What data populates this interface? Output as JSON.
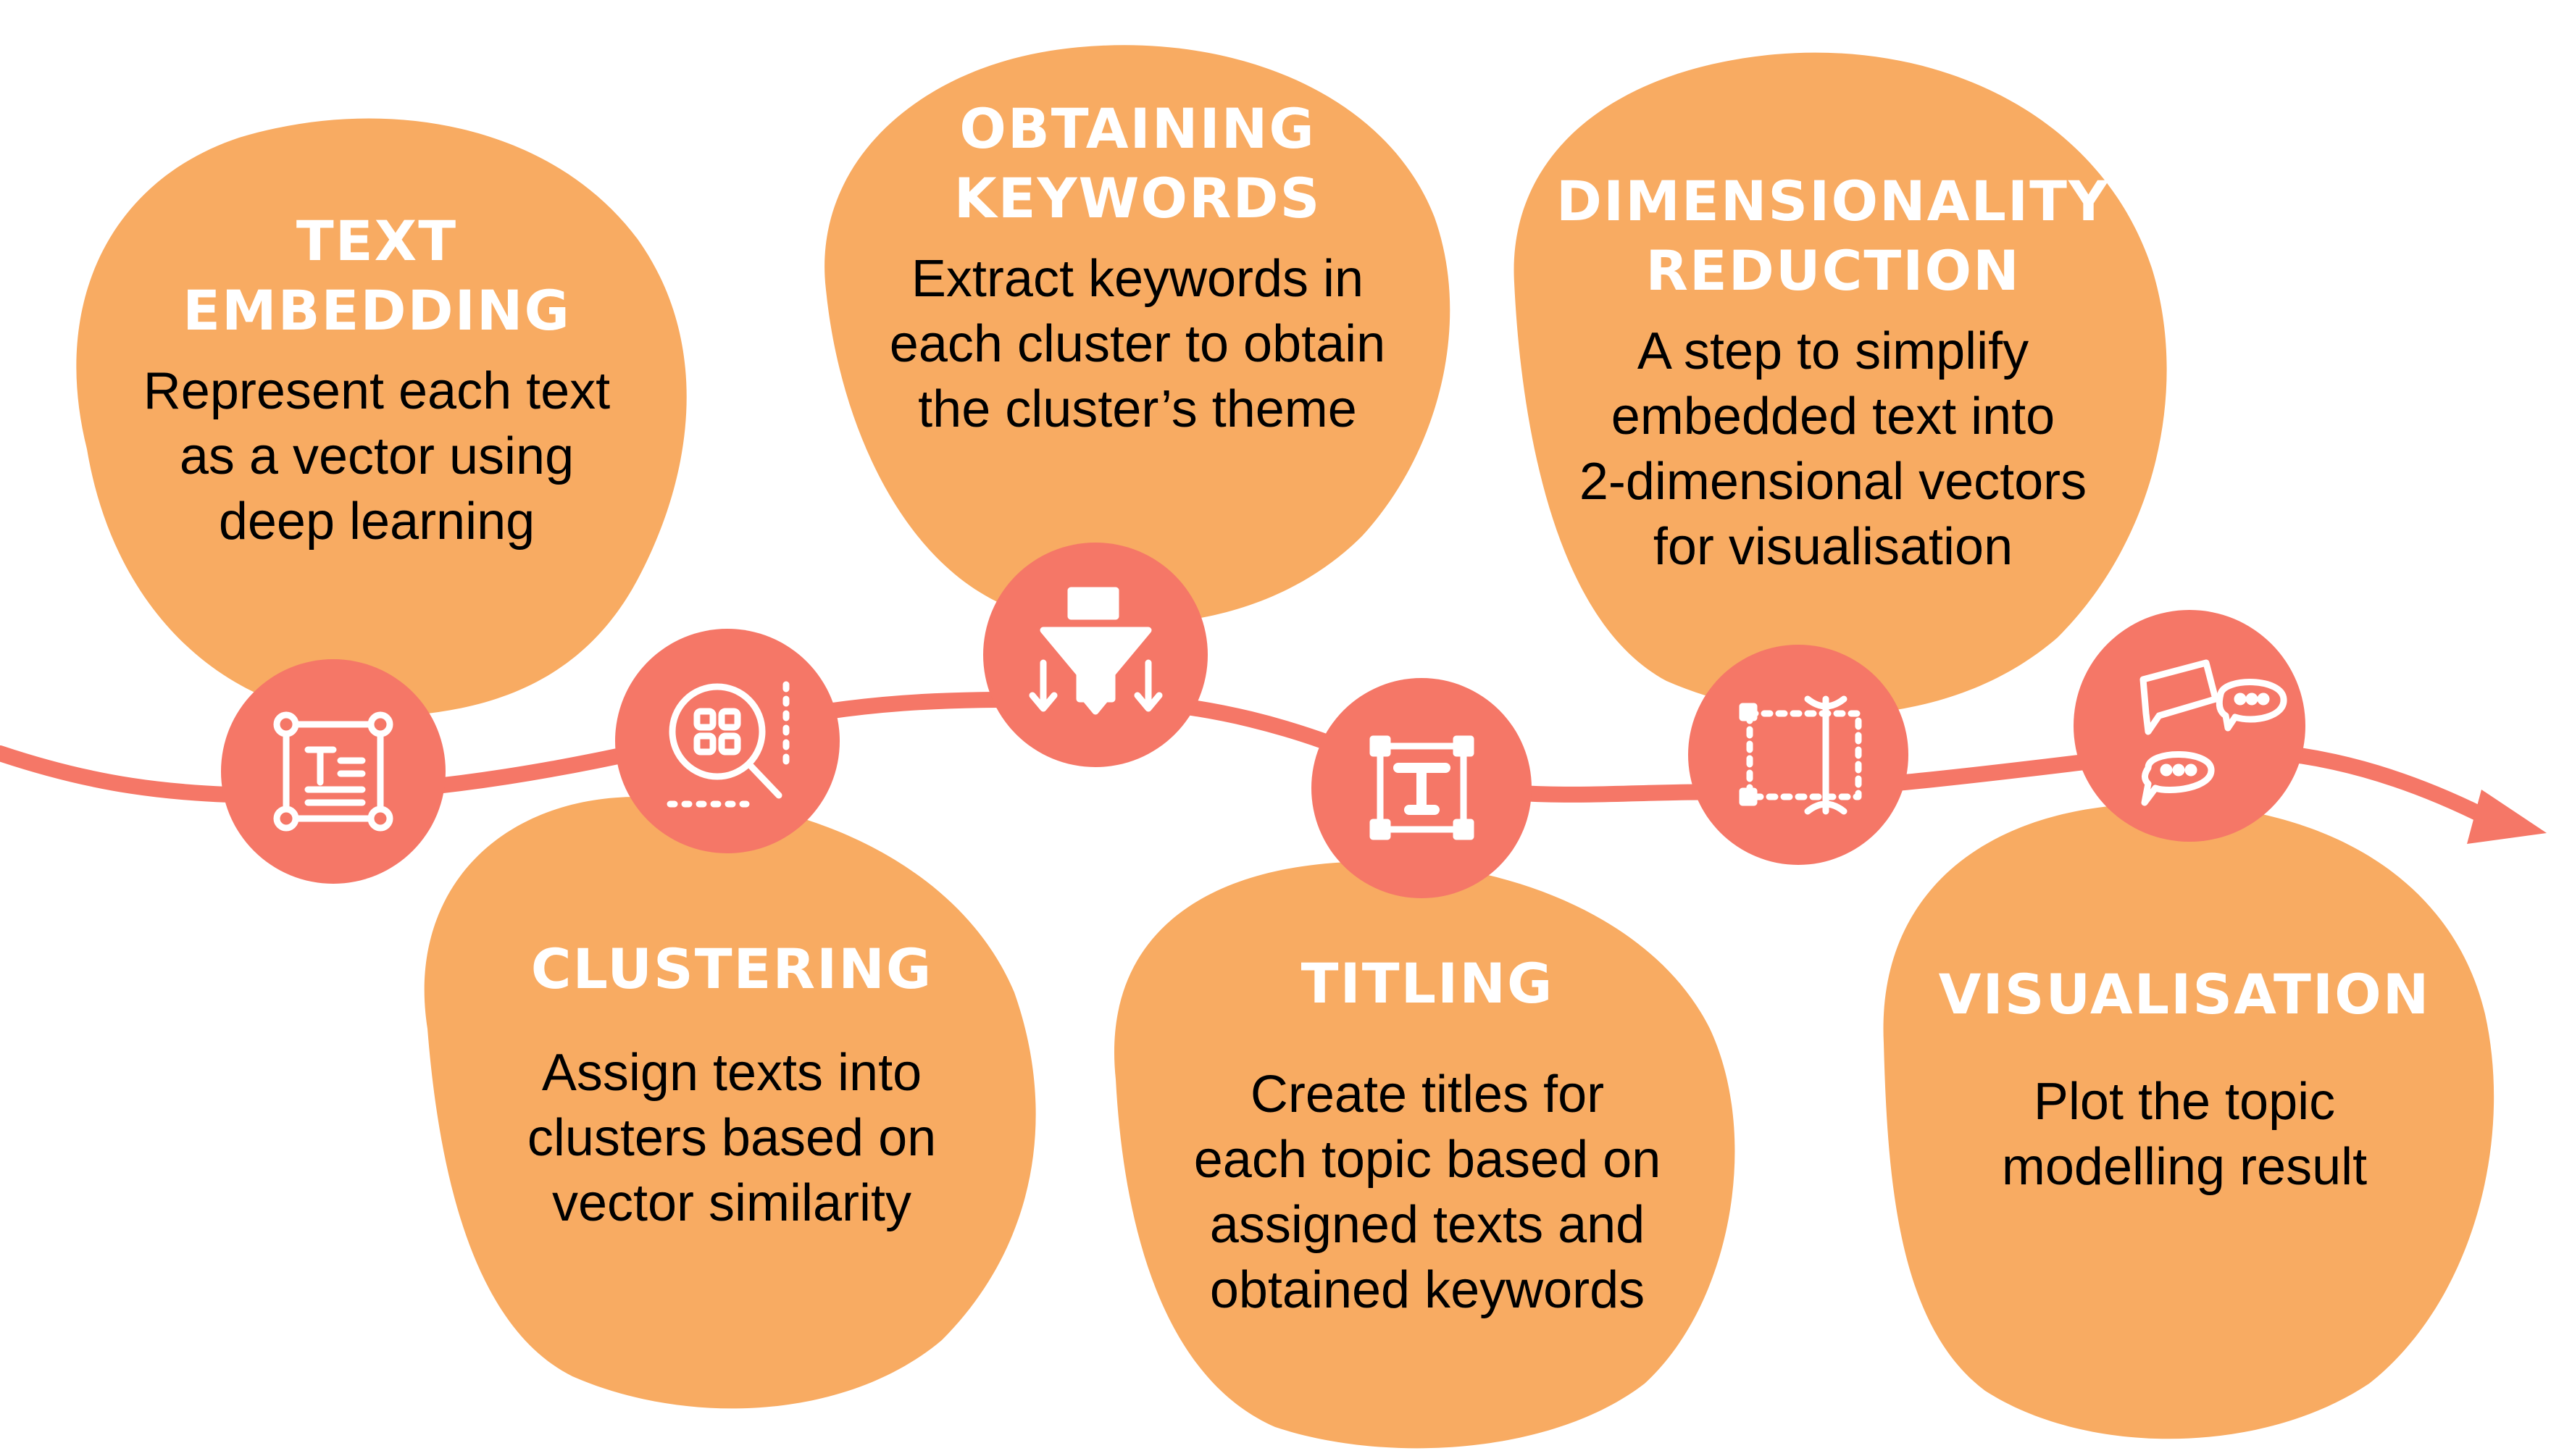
{
  "colors": {
    "blob": "#F8AB62",
    "node": "#F57767",
    "path": "#F57767",
    "title": "#FFFFFF",
    "text": "#000000",
    "icon_stroke": "#FFFFFF"
  },
  "steps": [
    {
      "title": "TEXT\nEMBEDDING",
      "description": "Represent each text\nas a vector using\ndeep learning",
      "icon": "text-frame-icon"
    },
    {
      "title": "CLUSTERING",
      "description": "Assign texts into\nclusters based on\nvector similarity",
      "icon": "cluster-search-icon"
    },
    {
      "title": "OBTAINING\nKEYWORDS",
      "description": "Extract keywords in\neach cluster to obtain\nthe cluster’s theme",
      "icon": "funnel-filter-icon"
    },
    {
      "title": "TITLING",
      "description": "Create titles for\neach topic based on\nassigned texts and\nobtained keywords",
      "icon": "title-t-icon"
    },
    {
      "title": "DIMENSIONALITY\nREDUCTION",
      "description": "A step to simplify\nembedded text into\n2-dimensional vectors\nfor visualisation",
      "icon": "dimension-resize-icon"
    },
    {
      "title": "VISUALISATION",
      "description": "Plot the topic\nmodelling result",
      "icon": "speech-bubbles-icon"
    }
  ]
}
